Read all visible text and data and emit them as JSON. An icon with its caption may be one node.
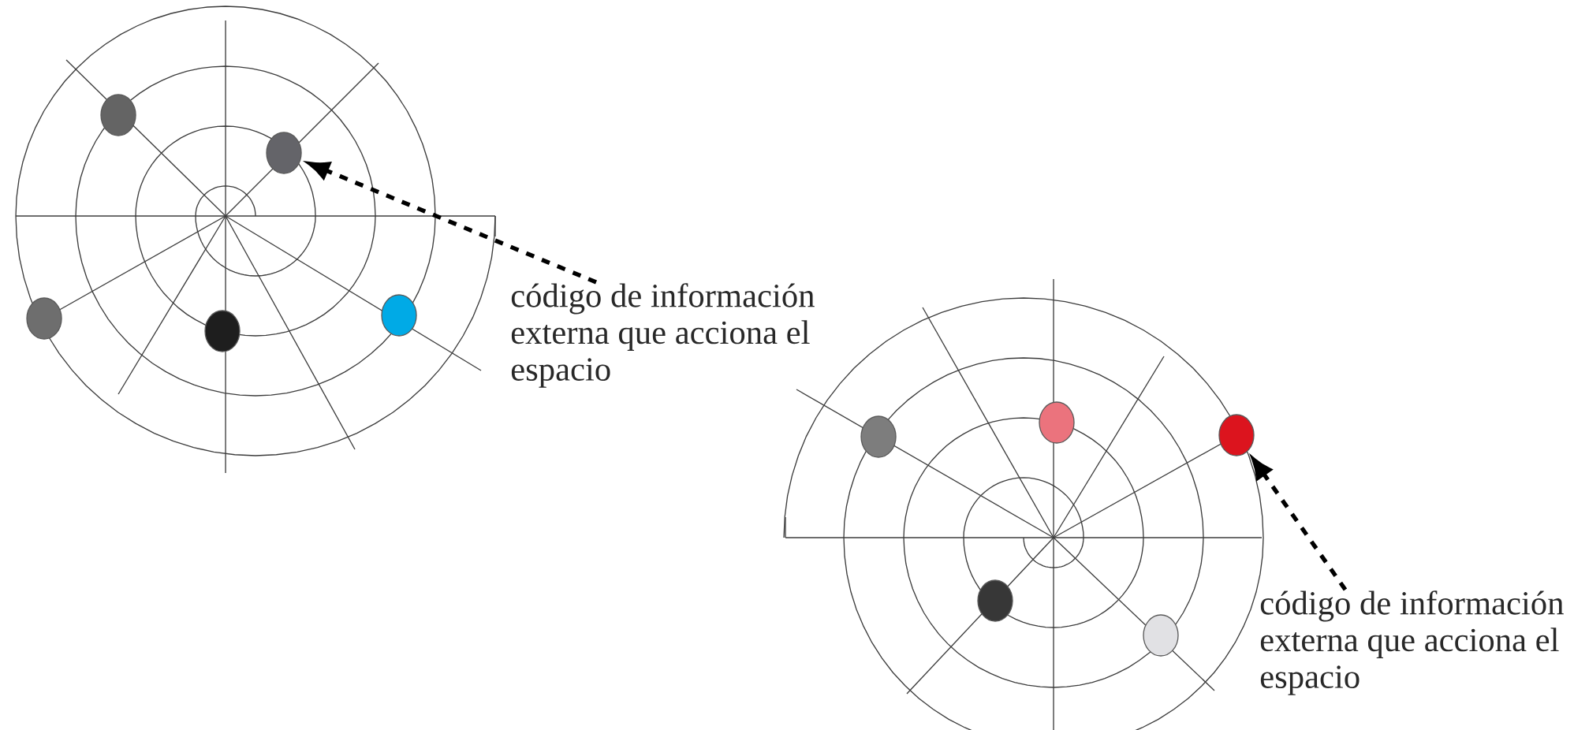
{
  "diagram": {
    "nodes": [
      {
        "text": [],
        "shape": "circle"
      },
      {
        "text": [
          "código de información externa que acciona el espacio"
        ]
      },
      {
        "text": [],
        "shape": "circle"
      },
      {
        "text": [
          "código de información externa que acciona el espacio"
        ]
      }
    ],
    "edges": [
      {
        "from": 1,
        "to": 0,
        "arrow": "to",
        "style": "dashed"
      },
      {
        "from": 3,
        "to": 2,
        "arrow": "to",
        "style": "dashed"
      }
    ]
  }
}
